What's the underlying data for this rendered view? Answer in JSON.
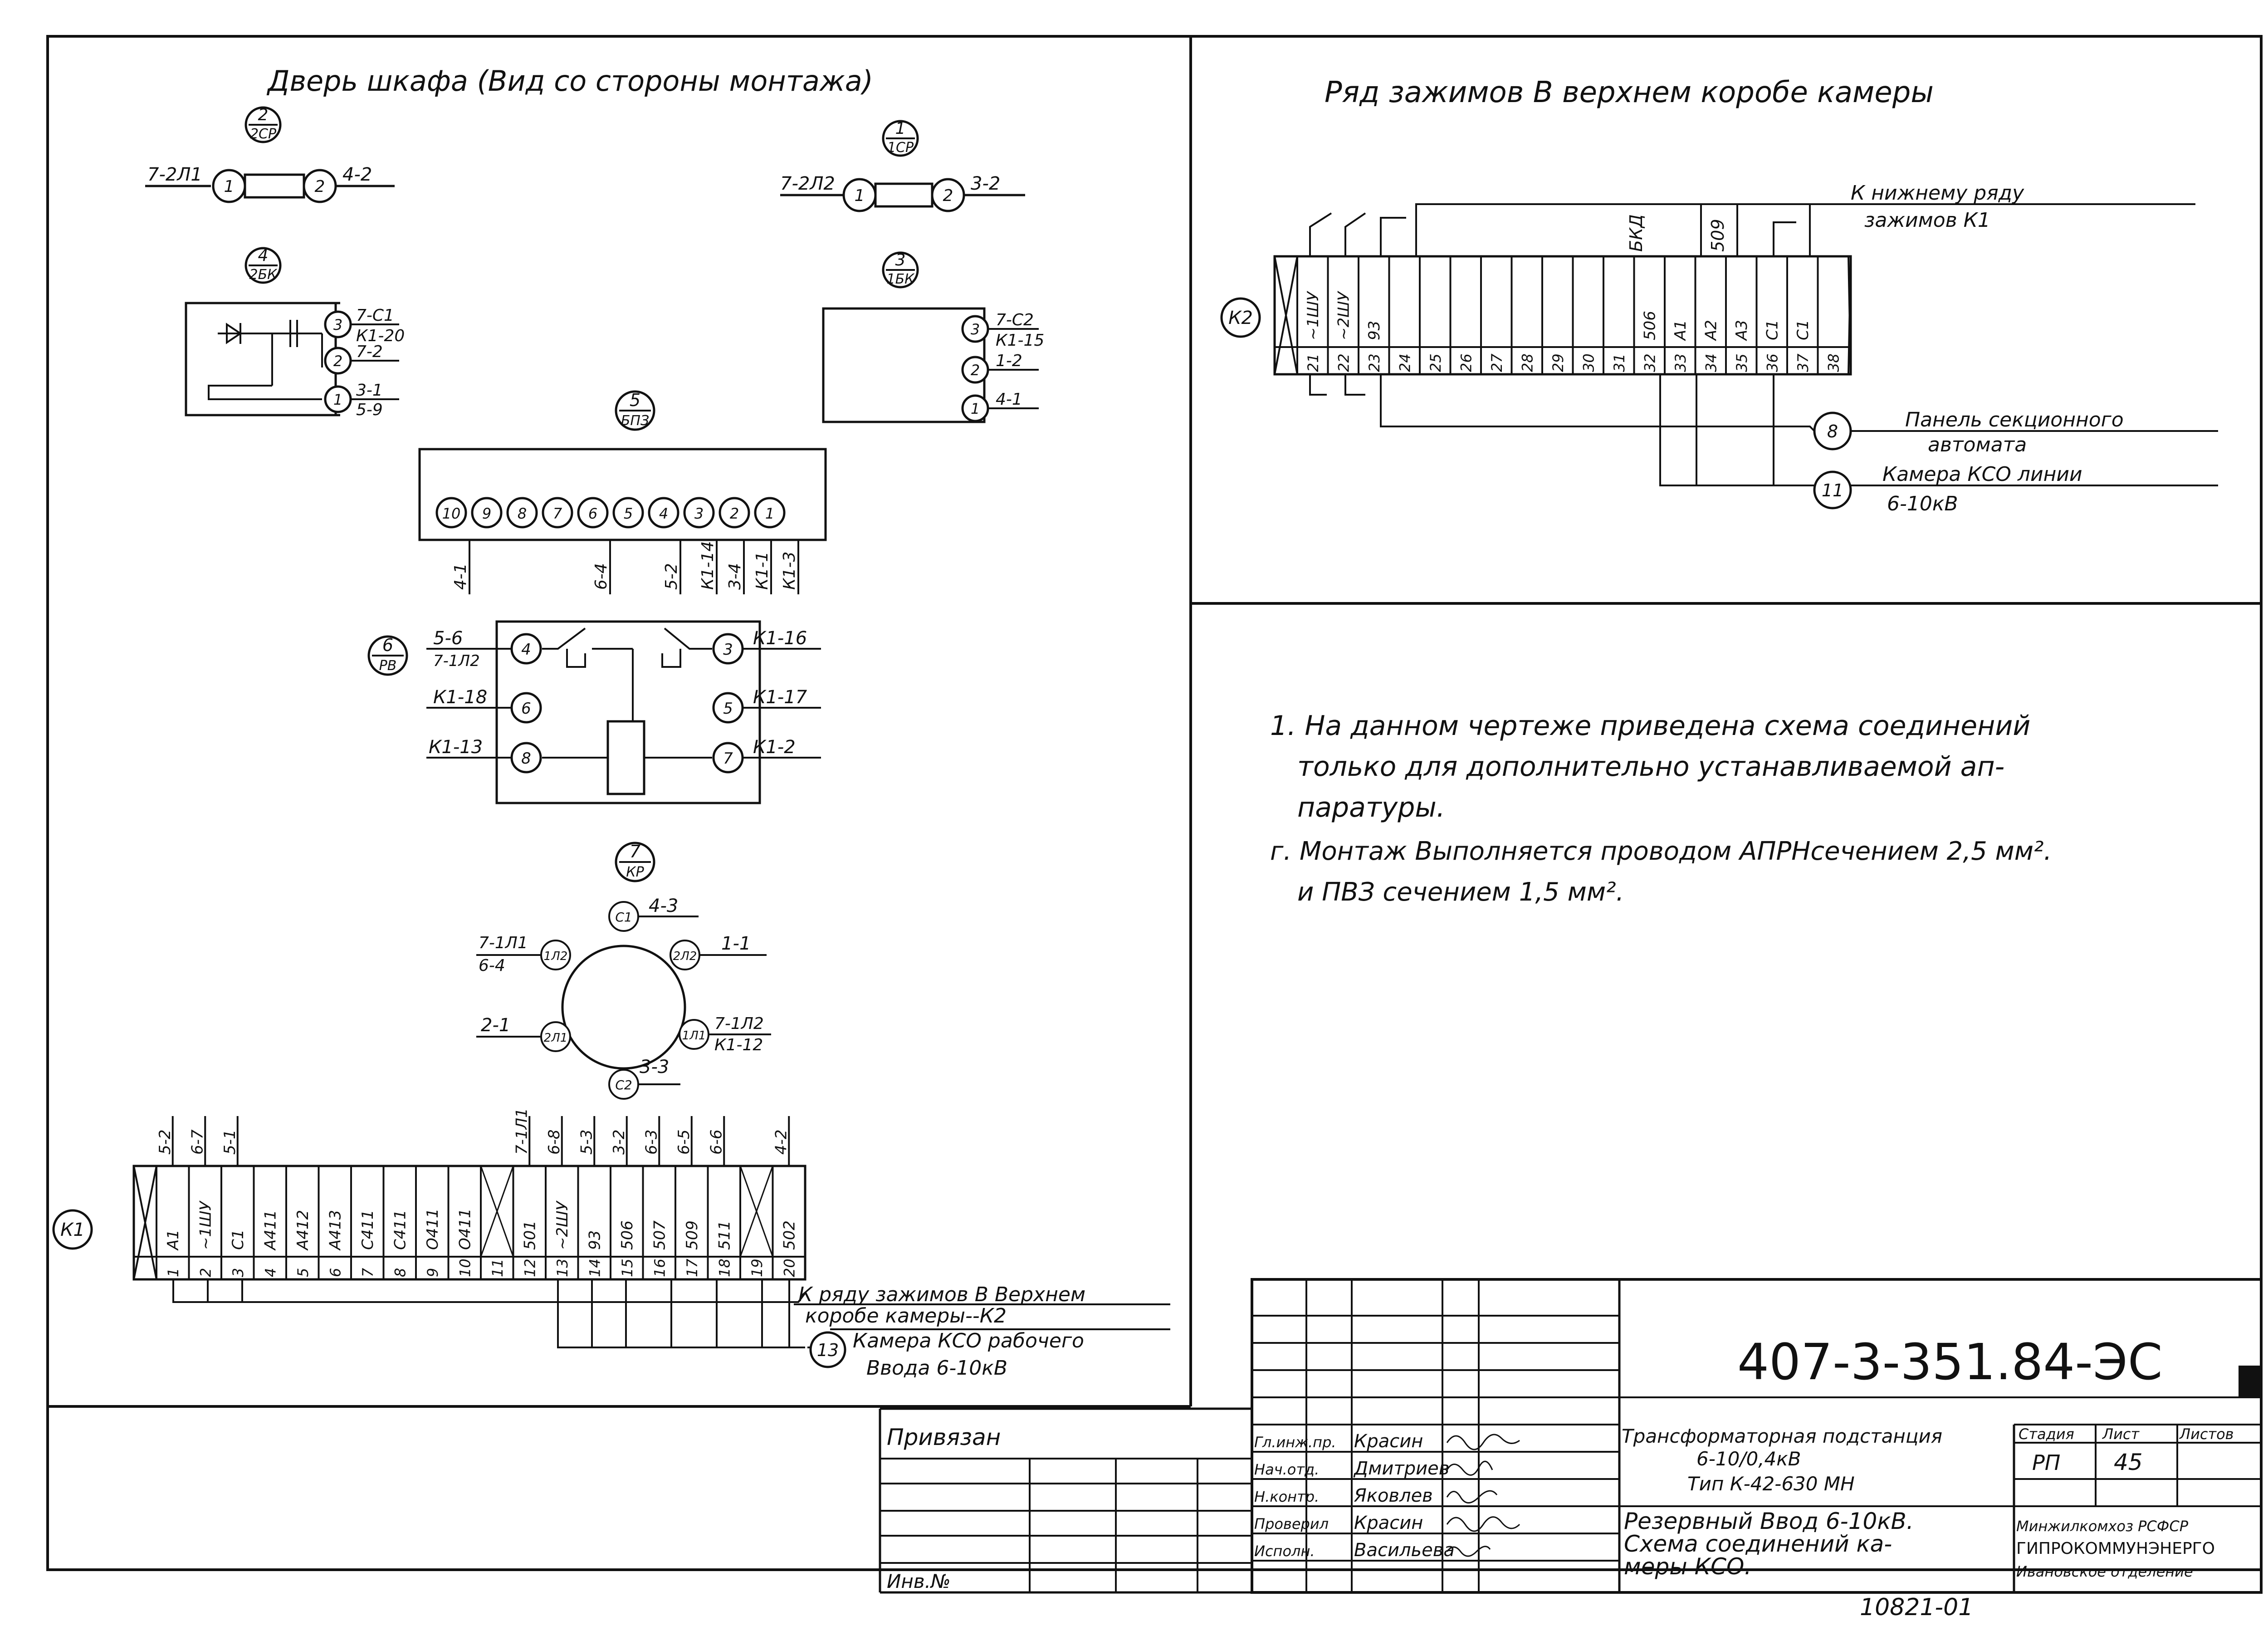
{
  "door": {
    "title": "Дверь шкафа (Вид со стороны монтажа)",
    "dev2": {
      "num": "2",
      "sub": "2СР",
      "left_wire": "7-2Л1",
      "pin1": "1",
      "pin2": "2",
      "right_wire": "4-2"
    },
    "dev1": {
      "num": "1",
      "sub": "1СР",
      "left_wire": "7-2Л2",
      "pin1": "1",
      "pin2": "2",
      "right_wire": "3-2"
    },
    "dev4": {
      "num": "4",
      "sub": "2БК",
      "pins": [
        "3",
        "2",
        "1"
      ],
      "wires": [
        [
          "7-С1",
          "К1-20"
        ],
        [
          "7-2"
        ],
        [
          "3-1",
          "5-9"
        ]
      ]
    },
    "dev3": {
      "num": "3",
      "sub": "1БК",
      "pins": [
        "3",
        "2",
        "1"
      ],
      "wires": [
        [
          "7-С2",
          "К1-15"
        ],
        [
          "1-2"
        ],
        [
          "4-1"
        ]
      ]
    },
    "dev5": {
      "num": "5",
      "sub": "БПЗ",
      "pins": [
        "10",
        "9",
        "8",
        "7",
        "6",
        "5",
        "4",
        "3",
        "2",
        "1"
      ],
      "wires": [
        "4-1",
        "6-4",
        "5-2",
        "К1-14",
        "3-4",
        "К1-1",
        "К1-3"
      ]
    },
    "dev6": {
      "num": "6",
      "sub": "РВ",
      "left_pins": [
        "4",
        "6",
        "8"
      ],
      "right_pins": [
        "3",
        "5",
        "7"
      ],
      "left_wires": [
        [
          "5-6",
          "7-1Л2"
        ],
        [
          "К1-18"
        ],
        [
          "К1-13"
        ]
      ],
      "right_wires": [
        "К1-16",
        "К1-17",
        "К1-2"
      ]
    },
    "dev7": {
      "num": "7",
      "sub": "КР",
      "terms": {
        "top": "С1",
        "bottom": "С2",
        "upper_left": "1Л2",
        "upper_right": "2Л2",
        "lower_left": "2Л1",
        "lower_right": "1Л1"
      },
      "wires": {
        "top": "4-3",
        "upper_right": "1-1",
        "upper_left": [
          "7-1Л1",
          "6-4"
        ],
        "lower_left": "2-1",
        "lower_right": [
          "7-1Л2",
          "К1-12"
        ],
        "bottom": "3-3"
      }
    }
  },
  "k1": {
    "label": "К1",
    "signals": [
      "А1",
      "~1ШУ",
      "С1",
      "А411",
      "А412",
      "А413",
      "С411",
      "С411",
      "О411",
      "О411",
      "",
      "501",
      "~2ШУ",
      "93",
      "506",
      "507",
      "509",
      "511",
      "",
      "502"
    ],
    "numbers": [
      "1",
      "2",
      "3",
      "4",
      "5",
      "6",
      "7",
      "8",
      "9",
      "10",
      "11",
      "12",
      "13",
      "14",
      "15",
      "16",
      "17",
      "18",
      "19",
      "20"
    ],
    "top_wires": [
      "5-2",
      "6-7",
      "5-1",
      "7-1Л1",
      "6-8",
      "5-3",
      "3-2",
      "6-3",
      "6-5",
      "6-6",
      "4-2"
    ],
    "note1": [
      "К ряду зажимов В Верхнем",
      "коробе камеры--К2"
    ],
    "circle": "13",
    "note2": [
      "Камера КСО рабочего",
      "Ввода 6-10кВ"
    ]
  },
  "k2": {
    "title": "Ряд зажимов В верхнем коробе камеры",
    "label": "К2",
    "signals": [
      "~1ШУ",
      "~2ШУ",
      "93",
      "",
      "",
      "",
      "",
      "",
      "",
      "",
      "",
      "506",
      "А1",
      "А2",
      "А3",
      "С1",
      "С1"
    ],
    "numbers": [
      "21",
      "22",
      "23",
      "24",
      "25",
      "26",
      "27",
      "28",
      "29",
      "30",
      "31",
      "32",
      "33",
      "34",
      "35",
      "36",
      "37",
      "38"
    ],
    "top_wires": [
      "БКД",
      "509"
    ],
    "note1": [
      "К нижнему ряду",
      "зажимов К1"
    ],
    "c8": "8",
    "note8": [
      "Панель секционного",
      "автомата"
    ],
    "c11": "11",
    "note11": [
      "Камера КСО линии",
      "6-10кВ"
    ]
  },
  "notes": [
    "1. На данном чертеже приведена схема соединений",
    "только для дополнительно устанавливаемой ап-",
    "паратуры.",
    "г. Монтаж Выполняется проводом АПРНсечением 2,5 мм².",
    "и ПВЗ сечением 1,5 мм²."
  ],
  "title_block": {
    "code": "407-3-351.84-ЭС",
    "privyazan": "Привязан",
    "inv": "Инв.№",
    "roles": [
      "Гл.инж.пр.",
      "Нач.отд.",
      "Н.контр.",
      "Проверил",
      "Исполн."
    ],
    "names": [
      "Красин",
      "Дмитриев",
      "Яковлев",
      "Красин",
      "Васильева"
    ],
    "project": [
      "Трансформаторная подстанция",
      "6-10/0,4кВ",
      "Тип К-42-630 МН"
    ],
    "sheet_title": [
      "Резервный Ввод 6-10кВ.",
      "Схема соединений ка-",
      "меры КСО."
    ],
    "stage_label": "Стадия",
    "sheet_label": "Лист",
    "sheets_label": "Листов",
    "stage": "РП",
    "sheet": "45",
    "org": [
      "Минжилкомхоз РСФСР",
      "ГИПРОКОММУНЭНЕРГО",
      "Ивановское отделение"
    ],
    "bottom_number": "10821-01"
  }
}
